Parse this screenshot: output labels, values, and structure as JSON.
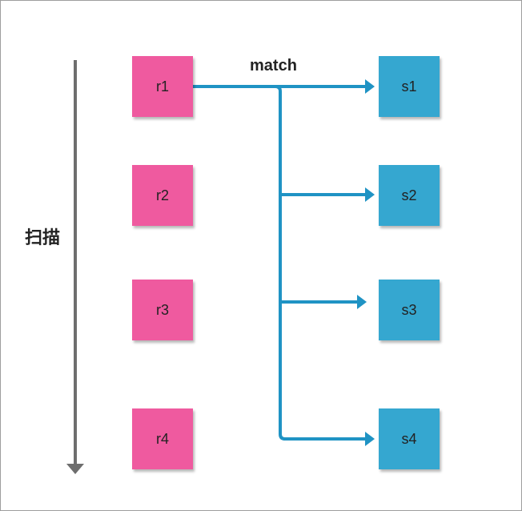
{
  "scan_label": "扫描",
  "match_label": "match",
  "left_nodes": [
    "r1",
    "r2",
    "r3",
    "r4"
  ],
  "right_nodes": [
    "s1",
    "s2",
    "s3",
    "s4"
  ],
  "colors": {
    "left_node": "#ef5a9f",
    "right_node": "#35a7d0",
    "connector": "#1f93c4",
    "scan_arrow": "#6e6e6e"
  }
}
